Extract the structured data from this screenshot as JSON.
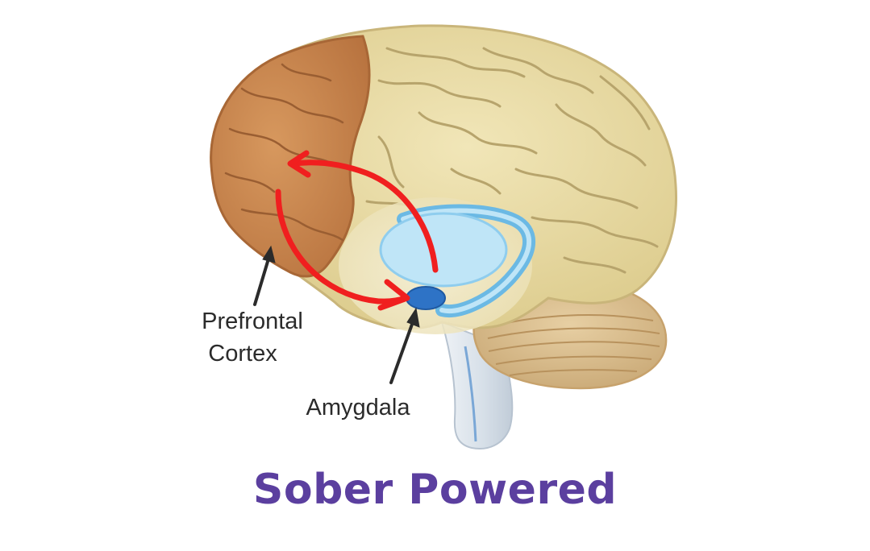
{
  "diagram": {
    "labels": {
      "prefrontal_line1": "Prefrontal",
      "prefrontal_line2": "Cortex",
      "amygdala": "Amygdala"
    },
    "colors": {
      "frontal_lobe": "#c98850",
      "cerebrum": "#e9dba4",
      "cerebellum": "#d7b98a",
      "brainstem": "#dfe5ec",
      "limbic_light": "#bfe5f7",
      "limbic_band": "#6bb9e4",
      "amygdala": "#2e73c6",
      "arrows": "#f01f1f",
      "pointer": "#2b2b2b",
      "brand": "#5b3f9f"
    }
  },
  "footer": {
    "brand": "Sober Powered"
  }
}
